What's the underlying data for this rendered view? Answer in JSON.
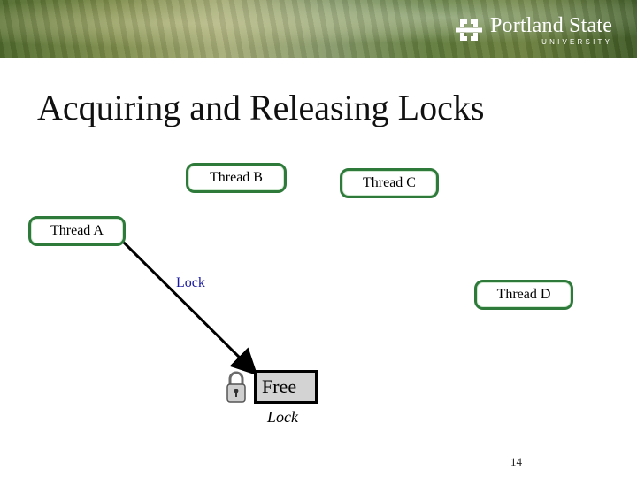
{
  "header": {
    "logo_name": "Portland State",
    "logo_sub": "UNIVERSITY"
  },
  "slide": {
    "title": "Acquiring and Releasing Locks",
    "page_number": "14"
  },
  "diagram": {
    "threads": [
      "Thread A",
      "Thread B",
      "Thread C",
      "Thread D"
    ],
    "lock_label": "Lock",
    "lock_state": "Free",
    "lock_caption": "Lock",
    "colors": {
      "thread_border": "#2d7a3a",
      "lock_label": "#1a1aa0",
      "lock_box": "#d3d3d3"
    }
  }
}
